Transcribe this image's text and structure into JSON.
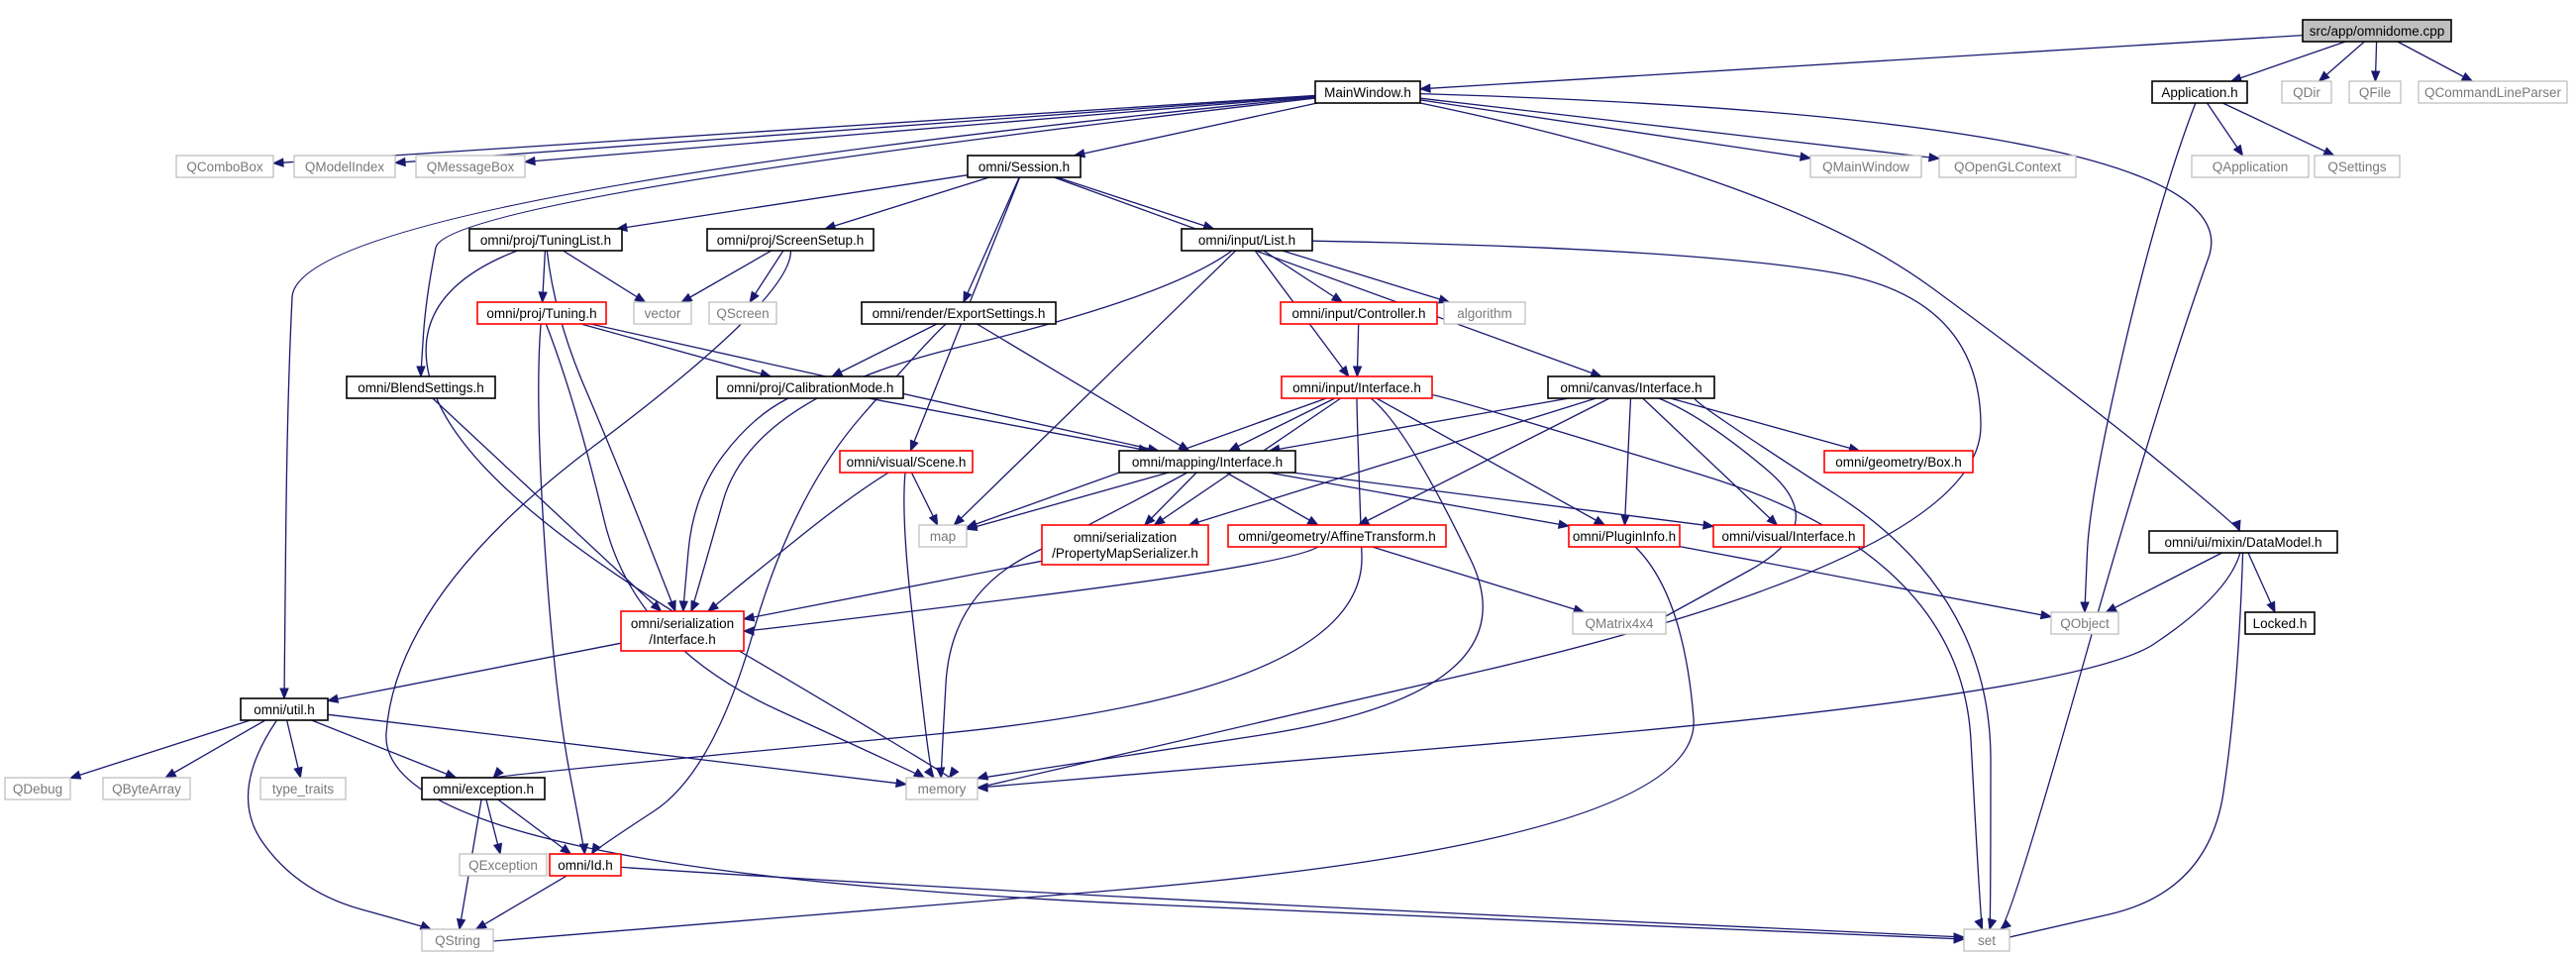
{
  "nodes": [
    {
      "id": "root",
      "kind": "root",
      "lines": [
        "src/app/omnidome.cpp"
      ]
    },
    {
      "id": "mainwindow",
      "kind": "normal",
      "lines": [
        "MainWindow.h"
      ]
    },
    {
      "id": "application",
      "kind": "normal",
      "lines": [
        "Application.h"
      ]
    },
    {
      "id": "qdir",
      "kind": "external",
      "lines": [
        "QDir"
      ]
    },
    {
      "id": "qfile",
      "kind": "external",
      "lines": [
        "QFile"
      ]
    },
    {
      "id": "qcommandlineparser",
      "kind": "external",
      "lines": [
        "QCommandLineParser"
      ]
    },
    {
      "id": "qcombobox",
      "kind": "external",
      "lines": [
        "QComboBox"
      ]
    },
    {
      "id": "qmodelindex",
      "kind": "external",
      "lines": [
        "QModelIndex"
      ]
    },
    {
      "id": "qmessagebox",
      "kind": "external",
      "lines": [
        "QMessageBox"
      ]
    },
    {
      "id": "session",
      "kind": "normal",
      "lines": [
        "omni/Session.h"
      ]
    },
    {
      "id": "qmainwindow",
      "kind": "external",
      "lines": [
        "QMainWindow"
      ]
    },
    {
      "id": "qopenglcontext",
      "kind": "external",
      "lines": [
        "QOpenGLContext"
      ]
    },
    {
      "id": "qapplication",
      "kind": "external",
      "lines": [
        "QApplication"
      ]
    },
    {
      "id": "qsettings",
      "kind": "external",
      "lines": [
        "QSettings"
      ]
    },
    {
      "id": "tuninglist",
      "kind": "normal",
      "lines": [
        "omni/proj/TuningList.h"
      ]
    },
    {
      "id": "screensetup",
      "kind": "normal",
      "lines": [
        "omni/proj/ScreenSetup.h"
      ]
    },
    {
      "id": "inputlist",
      "kind": "normal",
      "lines": [
        "omni/input/List.h"
      ]
    },
    {
      "id": "tuning",
      "kind": "red",
      "lines": [
        "omni/proj/Tuning.h"
      ]
    },
    {
      "id": "vector",
      "kind": "external",
      "lines": [
        "vector"
      ]
    },
    {
      "id": "qscreen",
      "kind": "external",
      "lines": [
        "QScreen"
      ]
    },
    {
      "id": "exportsettings",
      "kind": "normal",
      "lines": [
        "omni/render/ExportSettings.h"
      ]
    },
    {
      "id": "controller",
      "kind": "red",
      "lines": [
        "omni/input/Controller.h"
      ]
    },
    {
      "id": "algorithm",
      "kind": "external",
      "lines": [
        "algorithm"
      ]
    },
    {
      "id": "blendsettings",
      "kind": "normal",
      "lines": [
        "omni/BlendSettings.h"
      ]
    },
    {
      "id": "calibrationmode",
      "kind": "normal",
      "lines": [
        "omni/proj/CalibrationMode.h"
      ]
    },
    {
      "id": "inputinterface",
      "kind": "red",
      "lines": [
        "omni/input/Interface.h"
      ]
    },
    {
      "id": "canvasinterface",
      "kind": "normal",
      "lines": [
        "omni/canvas/Interface.h"
      ]
    },
    {
      "id": "visualscene",
      "kind": "red",
      "lines": [
        "omni/visual/Scene.h"
      ]
    },
    {
      "id": "mappinginterface",
      "kind": "normal",
      "lines": [
        "omni/mapping/Interface.h"
      ]
    },
    {
      "id": "geometrybox",
      "kind": "red",
      "lines": [
        "omni/geometry/Box.h"
      ]
    },
    {
      "id": "datamodel",
      "kind": "normal",
      "lines": [
        "omni/ui/mixin/DataModel.h"
      ]
    },
    {
      "id": "map",
      "kind": "external",
      "lines": [
        "map"
      ]
    },
    {
      "id": "propertymapserializer",
      "kind": "red",
      "lines": [
        "omni/serialization",
        "/PropertyMapSerializer.h"
      ]
    },
    {
      "id": "affinetransform",
      "kind": "red",
      "lines": [
        "omni/geometry/AffineTransform.h"
      ]
    },
    {
      "id": "plugininfo",
      "kind": "red",
      "lines": [
        "omni/PluginInfo.h"
      ]
    },
    {
      "id": "visualinterface",
      "kind": "red",
      "lines": [
        "omni/visual/Interface.h"
      ]
    },
    {
      "id": "qobject",
      "kind": "external",
      "lines": [
        "QObject"
      ]
    },
    {
      "id": "locked",
      "kind": "normal",
      "lines": [
        "Locked.h"
      ]
    },
    {
      "id": "serializationinterface",
      "kind": "red",
      "lines": [
        "omni/serialization",
        "/Interface.h"
      ]
    },
    {
      "id": "qmatrix4x4",
      "kind": "external",
      "lines": [
        "QMatrix4x4"
      ]
    },
    {
      "id": "util",
      "kind": "normal",
      "lines": [
        "omni/util.h"
      ]
    },
    {
      "id": "qdebug",
      "kind": "external",
      "lines": [
        "QDebug"
      ]
    },
    {
      "id": "qbytearray",
      "kind": "external",
      "lines": [
        "QByteArray"
      ]
    },
    {
      "id": "typetraits",
      "kind": "external",
      "lines": [
        "type_traits"
      ]
    },
    {
      "id": "exception",
      "kind": "normal",
      "lines": [
        "omni/exception.h"
      ]
    },
    {
      "id": "memory",
      "kind": "external",
      "lines": [
        "memory"
      ]
    },
    {
      "id": "qexception",
      "kind": "external",
      "lines": [
        "QException"
      ]
    },
    {
      "id": "omniid",
      "kind": "red",
      "lines": [
        "omni/Id.h"
      ]
    },
    {
      "id": "qstring",
      "kind": "external",
      "lines": [
        "QString"
      ]
    },
    {
      "id": "set",
      "kind": "external",
      "lines": [
        "set"
      ]
    }
  ],
  "edges": [
    [
      "root",
      "mainwindow"
    ],
    [
      "root",
      "application"
    ],
    [
      "root",
      "qdir"
    ],
    [
      "root",
      "qfile"
    ],
    [
      "root",
      "qcommandlineparser"
    ],
    [
      "mainwindow",
      "qcombobox"
    ],
    [
      "mainwindow",
      "qmodelindex"
    ],
    [
      "mainwindow",
      "qmessagebox"
    ],
    [
      "mainwindow",
      "session"
    ],
    [
      "mainwindow",
      "qmainwindow"
    ],
    [
      "mainwindow",
      "qopenglcontext"
    ],
    [
      "mainwindow",
      "blendsettings"
    ],
    [
      "mainwindow",
      "datamodel"
    ],
    [
      "mainwindow",
      "set"
    ],
    [
      "mainwindow",
      "util"
    ],
    [
      "application",
      "qapplication"
    ],
    [
      "application",
      "qsettings"
    ],
    [
      "application",
      "qobject"
    ],
    [
      "session",
      "tuninglist"
    ],
    [
      "session",
      "screensetup"
    ],
    [
      "session",
      "inputlist"
    ],
    [
      "session",
      "exportsettings"
    ],
    [
      "session",
      "visualscene"
    ],
    [
      "session",
      "canvasinterface"
    ],
    [
      "tuninglist",
      "tuning"
    ],
    [
      "tuninglist",
      "vector"
    ],
    [
      "tuninglist",
      "serializationinterface"
    ],
    [
      "tuninglist",
      "memory"
    ],
    [
      "screensetup",
      "vector"
    ],
    [
      "screensetup",
      "qscreen"
    ],
    [
      "screensetup",
      "set"
    ],
    [
      "inputlist",
      "controller"
    ],
    [
      "inputlist",
      "algorithm"
    ],
    [
      "inputlist",
      "inputinterface"
    ],
    [
      "inputlist",
      "map"
    ],
    [
      "inputlist",
      "serializationinterface"
    ],
    [
      "inputlist",
      "memory"
    ],
    [
      "tuning",
      "calibrationmode"
    ],
    [
      "tuning",
      "mappinginterface"
    ],
    [
      "tuning",
      "omniid"
    ],
    [
      "tuning",
      "memory"
    ],
    [
      "exportsettings",
      "calibrationmode"
    ],
    [
      "exportsettings",
      "mappinginterface"
    ],
    [
      "exportsettings",
      "omniid"
    ],
    [
      "controller",
      "inputinterface"
    ],
    [
      "blendsettings",
      "serializationinterface"
    ],
    [
      "calibrationmode",
      "mappinginterface"
    ],
    [
      "calibrationmode",
      "serializationinterface"
    ],
    [
      "inputinterface",
      "mappinginterface"
    ],
    [
      "inputinterface",
      "map"
    ],
    [
      "inputinterface",
      "propertymapserializer"
    ],
    [
      "inputinterface",
      "plugininfo"
    ],
    [
      "inputinterface",
      "exception"
    ],
    [
      "inputinterface",
      "memory"
    ],
    [
      "inputinterface",
      "set"
    ],
    [
      "canvasinterface",
      "mappinginterface"
    ],
    [
      "canvasinterface",
      "geometrybox"
    ],
    [
      "canvasinterface",
      "propertymapserializer"
    ],
    [
      "canvasinterface",
      "affinetransform"
    ],
    [
      "canvasinterface",
      "plugininfo"
    ],
    [
      "canvasinterface",
      "visualinterface"
    ],
    [
      "canvasinterface",
      "qmatrix4x4"
    ],
    [
      "canvasinterface",
      "set"
    ],
    [
      "visualscene",
      "map"
    ],
    [
      "visualscene",
      "memory"
    ],
    [
      "visualscene",
      "serializationinterface"
    ],
    [
      "mappinginterface",
      "map"
    ],
    [
      "mappinginterface",
      "propertymapserializer"
    ],
    [
      "mappinginterface",
      "affinetransform"
    ],
    [
      "mappinginterface",
      "plugininfo"
    ],
    [
      "mappinginterface",
      "visualinterface"
    ],
    [
      "mappinginterface",
      "memory"
    ],
    [
      "datamodel",
      "qobject"
    ],
    [
      "datamodel",
      "locked"
    ],
    [
      "datamodel",
      "memory"
    ],
    [
      "datamodel",
      "set"
    ],
    [
      "propertymapserializer",
      "serializationinterface"
    ],
    [
      "affinetransform",
      "serializationinterface"
    ],
    [
      "affinetransform",
      "qmatrix4x4"
    ],
    [
      "plugininfo",
      "qobject"
    ],
    [
      "plugininfo",
      "qstring"
    ],
    [
      "serializationinterface",
      "util"
    ],
    [
      "util",
      "qdebug"
    ],
    [
      "util",
      "qbytearray"
    ],
    [
      "util",
      "typetraits"
    ],
    [
      "util",
      "exception"
    ],
    [
      "util",
      "memory"
    ],
    [
      "util",
      "qstring"
    ],
    [
      "exception",
      "qexception"
    ],
    [
      "exception",
      "omniid"
    ],
    [
      "exception",
      "qstring"
    ],
    [
      "omniid",
      "qstring"
    ],
    [
      "omniid",
      "set"
    ]
  ]
}
